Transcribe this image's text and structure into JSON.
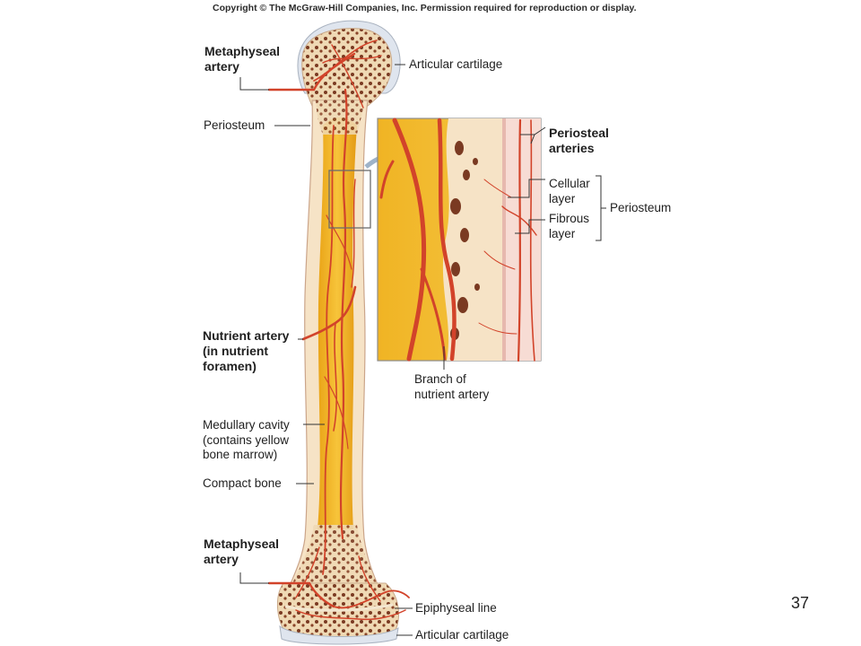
{
  "copyright": "Copyright © The McGraw-Hill Companies, Inc. Permission required for reproduction or display.",
  "labels": {
    "metaphyseal_artery_top": "Metaphyseal\nartery",
    "articular_cartilage_top": "Articular cartilage",
    "periosteum_left": "Periosteum",
    "periosteal_arteries": "Periosteal\narteries",
    "cellular_layer": "Cellular\nlayer",
    "fibrous_layer": "Fibrous\nlayer",
    "periosteum_right": "Periosteum",
    "nutrient_artery": "Nutrient artery\n(in nutrient\nforamen)",
    "branch_nutrient_artery": "Branch of\nnutrient artery",
    "medullary_cavity": "Medullary cavity\n(contains yellow\nbone marrow)",
    "compact_bone": "Compact bone",
    "metaphyseal_artery_bottom": "Metaphyseal\nartery",
    "epiphyseal_line": "Epiphyseal line",
    "articular_cartilage_bottom": "Articular cartilage"
  },
  "slide_number": "37",
  "colors": {
    "bone": "#f6e3c6",
    "marrow": "#f2b21a",
    "artery": "#d2432a",
    "cartilage": "#dde3ec",
    "spongy": "#7a3a22"
  }
}
